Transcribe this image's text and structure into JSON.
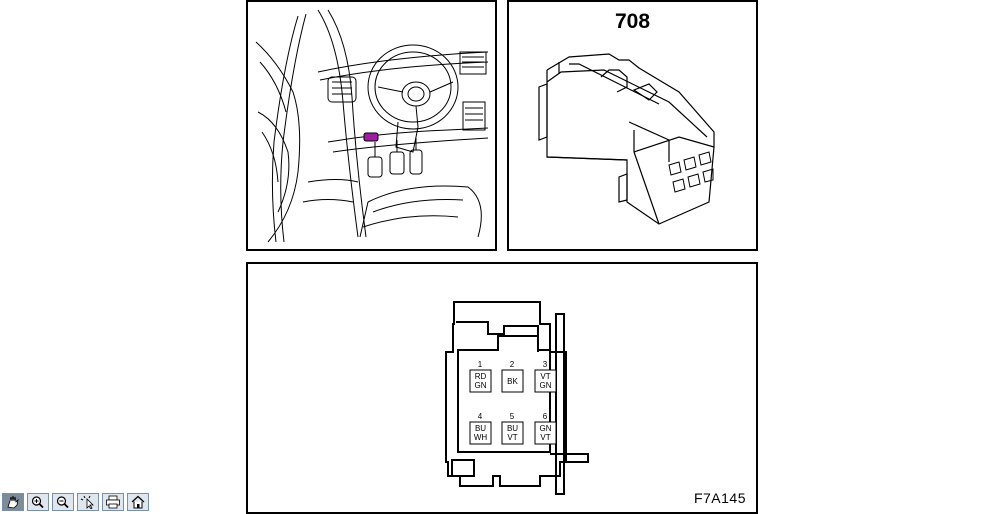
{
  "diagram": {
    "connector_id": "708",
    "figure_code": "F7A145",
    "pins": [
      {
        "num": "1",
        "wire": [
          "RD",
          "GN"
        ]
      },
      {
        "num": "2",
        "wire": [
          "BK"
        ]
      },
      {
        "num": "3",
        "wire": [
          "VT",
          "GN"
        ]
      },
      {
        "num": "4",
        "wire": [
          "BU",
          "WH"
        ]
      },
      {
        "num": "5",
        "wire": [
          "BU",
          "VT"
        ]
      },
      {
        "num": "6",
        "wire": [
          "GN",
          "VT"
        ]
      }
    ],
    "highlight_color": "#9b1fa0"
  },
  "toolbar": {
    "buttons": [
      {
        "icon": "pan-hand-icon",
        "active": true
      },
      {
        "icon": "zoom-in-icon",
        "active": false
      },
      {
        "icon": "zoom-out-icon",
        "active": false
      },
      {
        "icon": "select-cursor-icon",
        "active": false
      },
      {
        "icon": "print-icon",
        "active": false
      },
      {
        "icon": "home-icon",
        "active": false
      }
    ]
  }
}
